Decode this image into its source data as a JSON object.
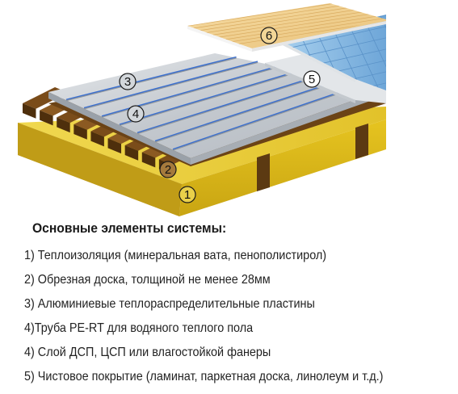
{
  "diagram": {
    "callouts": [
      "1",
      "2",
      "3",
      "4",
      "5",
      "6"
    ]
  },
  "legend": {
    "title": "Основные элементы системы:",
    "items": [
      "1) Теплоизоляция (минеральная вата, пенополистирол)",
      "2) Обрезная доска, толщиной не менее 28мм",
      "3) Алюминиевые теплораспределительные пластины",
      "4)Труба PE-RT для водяного теплого пола",
      "4) Слой ДСП, ЦСП или влагостойкой фанеры",
      "5) Чистовое покрытие (ламинат, паркетная доска, линолеум и т.д.)"
    ]
  },
  "colors": {
    "insulation": "#e8c818",
    "beam": "#5c3a12",
    "board": "#8b5a22",
    "aluminum": "#c9ced4",
    "pipe": "#3a6fd0",
    "sheet": "#eef0f2",
    "tile": "#8fc0e6",
    "wood_finish": "#f1cf8e"
  }
}
